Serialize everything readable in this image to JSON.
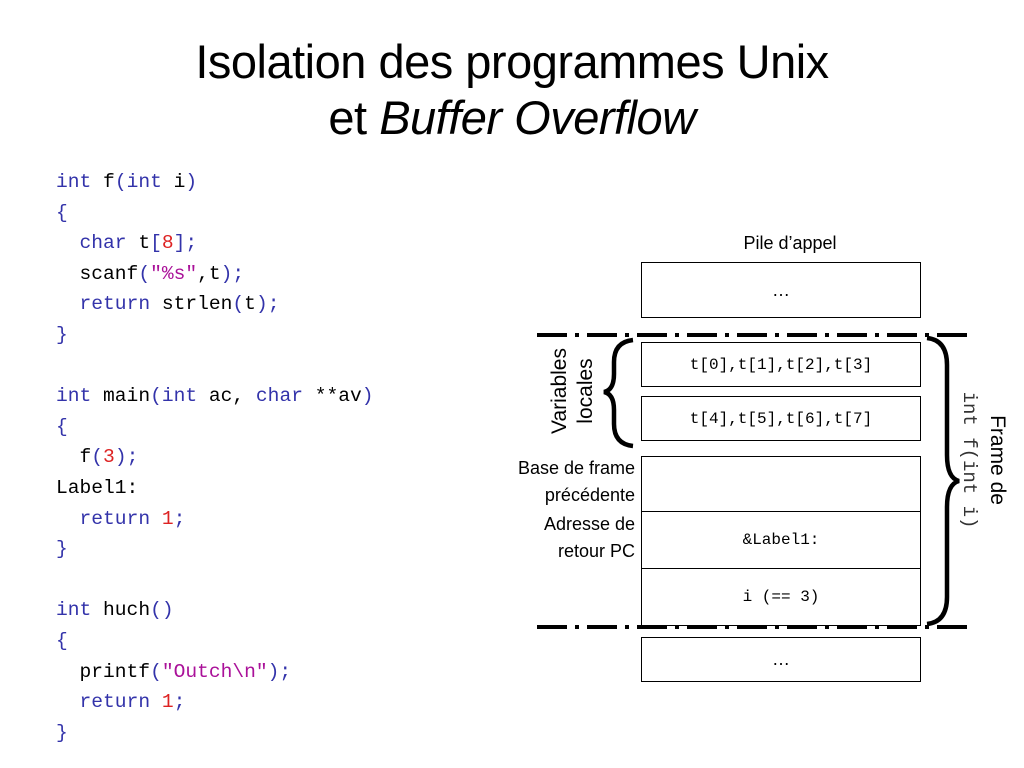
{
  "title": {
    "line1": "Isolation des programmes Unix",
    "line2_plain": "et ",
    "line2_italic": "Buffer Overflow"
  },
  "code": [
    [
      [
        "kw",
        "int"
      ],
      [
        "t",
        " f"
      ],
      [
        "pn",
        "("
      ],
      [
        "kw",
        "int"
      ],
      [
        "t",
        " i"
      ],
      [
        "pn",
        ")"
      ]
    ],
    [
      [
        "pn",
        "{"
      ]
    ],
    [
      [
        "t",
        "  "
      ],
      [
        "kw",
        "char"
      ],
      [
        "t",
        " t"
      ],
      [
        "pn",
        "["
      ],
      [
        "num",
        "8"
      ],
      [
        "pn",
        "];"
      ]
    ],
    [
      [
        "t",
        "  scanf"
      ],
      [
        "pn",
        "("
      ],
      [
        "str",
        "\"%s\""
      ],
      [
        "t",
        ",t"
      ],
      [
        "pn",
        ");"
      ]
    ],
    [
      [
        "t",
        "  "
      ],
      [
        "kw",
        "return"
      ],
      [
        "t",
        " strlen"
      ],
      [
        "pn",
        "("
      ],
      [
        "t",
        "t"
      ],
      [
        "pn",
        ");"
      ]
    ],
    [
      [
        "pn",
        "}"
      ]
    ],
    [],
    [
      [
        "kw",
        "int"
      ],
      [
        "t",
        " main"
      ],
      [
        "pn",
        "("
      ],
      [
        "kw",
        "int"
      ],
      [
        "t",
        " ac, "
      ],
      [
        "kw",
        "char"
      ],
      [
        "t",
        " **av"
      ],
      [
        "pn",
        ")"
      ]
    ],
    [
      [
        "pn",
        "{"
      ]
    ],
    [
      [
        "t",
        "  f"
      ],
      [
        "pn",
        "("
      ],
      [
        "num",
        "3"
      ],
      [
        "pn",
        ");"
      ]
    ],
    [
      [
        "t",
        "Label1:"
      ]
    ],
    [
      [
        "t",
        "  "
      ],
      [
        "kw",
        "return"
      ],
      [
        "t",
        " "
      ],
      [
        "num",
        "1"
      ],
      [
        "pn",
        ";"
      ]
    ],
    [
      [
        "pn",
        "}"
      ]
    ],
    [],
    [
      [
        "kw",
        "int"
      ],
      [
        "t",
        " huch"
      ],
      [
        "pn",
        "()"
      ]
    ],
    [
      [
        "pn",
        "{"
      ]
    ],
    [
      [
        "t",
        "  printf"
      ],
      [
        "pn",
        "("
      ],
      [
        "str",
        "\"Outch\\n\""
      ],
      [
        "pn",
        ");"
      ]
    ],
    [
      [
        "t",
        "  "
      ],
      [
        "kw",
        "return"
      ],
      [
        "t",
        " "
      ],
      [
        "num",
        "1"
      ],
      [
        "pn",
        ";"
      ]
    ],
    [
      [
        "pn",
        "}"
      ]
    ]
  ],
  "stack": {
    "title": "Pile d’appel",
    "cells": [
      {
        "id": "top",
        "text": "…"
      },
      {
        "id": "t0-3",
        "text": "t[0],t[1],t[2],t[3]"
      },
      {
        "id": "t4-7",
        "text": "t[4],t[5],t[6],t[7]"
      },
      {
        "id": "base",
        "text": ""
      },
      {
        "id": "ret",
        "text": "&Label1:"
      },
      {
        "id": "arg",
        "text": "i (== 3)"
      },
      {
        "id": "bottom",
        "text": "…"
      }
    ],
    "labels": {
      "locals_line1": "Variables",
      "locals_line2": "locales",
      "base_line1": "Base de frame",
      "base_line2": "précédente",
      "ret_line1": "Adresse de",
      "ret_line2": "retour PC",
      "frame_de": "Frame de",
      "frame_fn": "int f(int i)"
    }
  }
}
